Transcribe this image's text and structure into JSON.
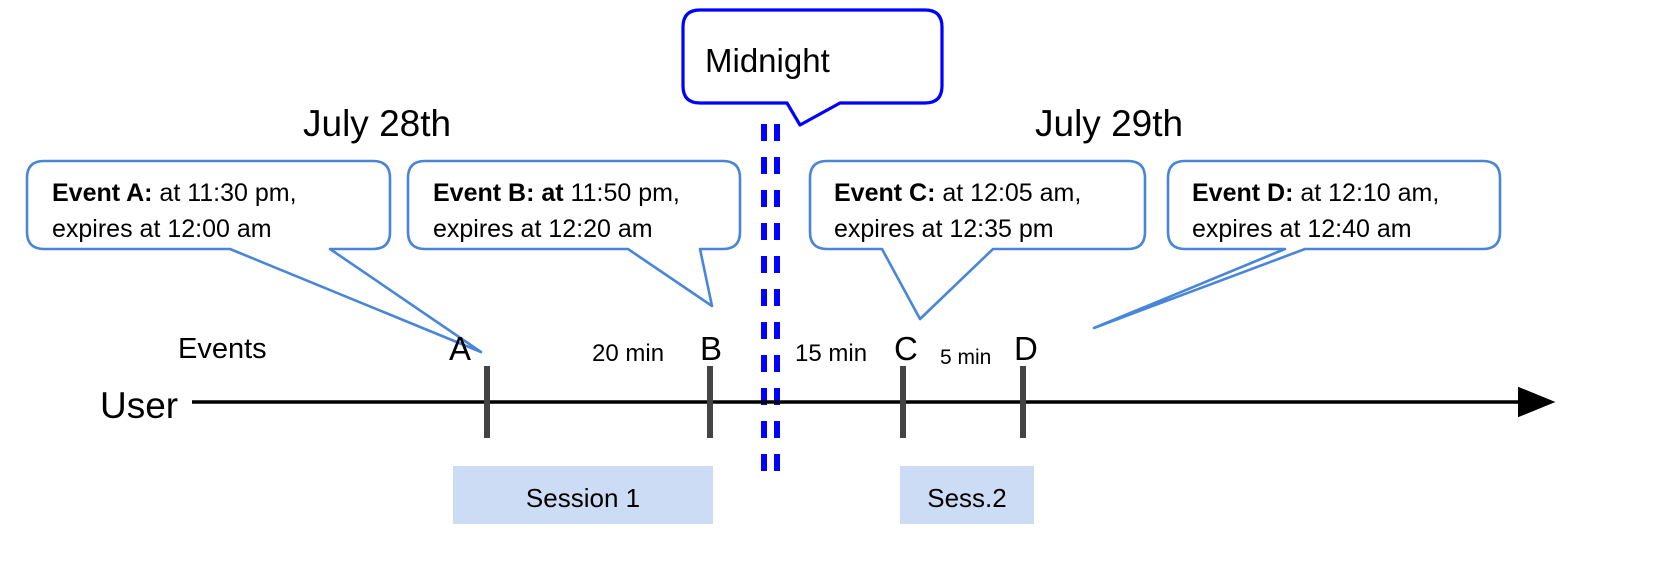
{
  "diagram": {
    "title_midnight": "Midnight",
    "dates": [
      {
        "label": "July 28th"
      },
      {
        "label": "July 29th"
      }
    ],
    "lane_label": "User",
    "events_label": "Events",
    "callouts": [
      {
        "name": "event-a",
        "bold": "Event A:",
        "line1_rest": " at 11:30 pm,",
        "line2": "expires at 12:00 am"
      },
      {
        "name": "event-b",
        "bold": "Event B: at",
        "line1_rest": " 11:50 pm,",
        "line2": "expires at 12:20 am"
      },
      {
        "name": "event-c",
        "bold": "Event C:",
        "line1_rest": " at 12:05 am,",
        "line2": "expires at 12:35 pm"
      },
      {
        "name": "event-d",
        "bold": "Event D:",
        "line1_rest": "  at 12:10 am,",
        "line2": "expires at 12:40 am"
      }
    ],
    "ticks": [
      {
        "letter": "A"
      },
      {
        "letter": "B"
      },
      {
        "letter": "C"
      },
      {
        "letter": "D"
      }
    ],
    "gaps": [
      {
        "label": "20 min"
      },
      {
        "label": "15 min"
      },
      {
        "label": "5 min"
      }
    ],
    "sessions": [
      {
        "label": "Session 1"
      },
      {
        "label": "Sess.2"
      }
    ],
    "colors": {
      "callout_border": "#4a86d8",
      "midnight_blue": "#0000ff",
      "session_fill": "#ccdcf5",
      "tick_gray": "#444444",
      "axis_black": "#000000"
    }
  }
}
